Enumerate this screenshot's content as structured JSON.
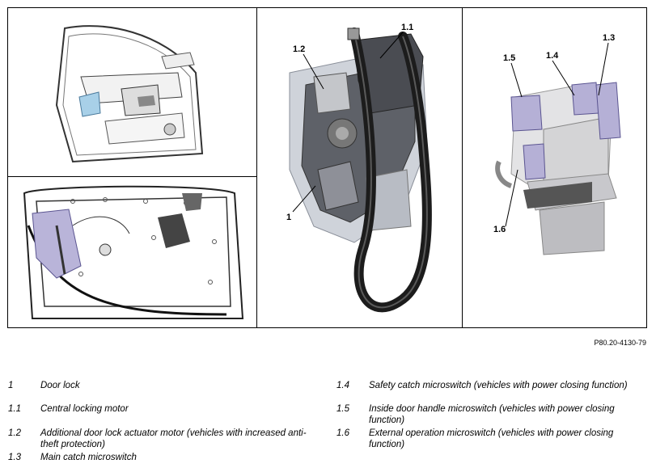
{
  "figure_ref": "P80.20-4130-79",
  "callouts": {
    "c1": "1",
    "c1_1": "1.1",
    "c1_2": "1.2",
    "c1_3": "1.3",
    "c1_4": "1.4",
    "c1_5": "1.5",
    "c1_6": "1.6"
  },
  "legend": [
    {
      "num": "1",
      "text": "Door lock"
    },
    {
      "num": "1.1",
      "text": "Central locking motor"
    },
    {
      "num": "1.2",
      "text": "Additional door lock actuator motor (vehicles with increased anti-theft protection)"
    },
    {
      "num": "1.3",
      "text": "Main catch microswitch"
    },
    {
      "num": "1.4",
      "text": "Safety catch microswitch (vehicles with power closing function)"
    },
    {
      "num": "1.5",
      "text": "Inside door handle microswitch (vehicles with power closing function)"
    },
    {
      "num": "1.6",
      "text": "External operation microswitch (vehicles with power closing function)"
    }
  ]
}
